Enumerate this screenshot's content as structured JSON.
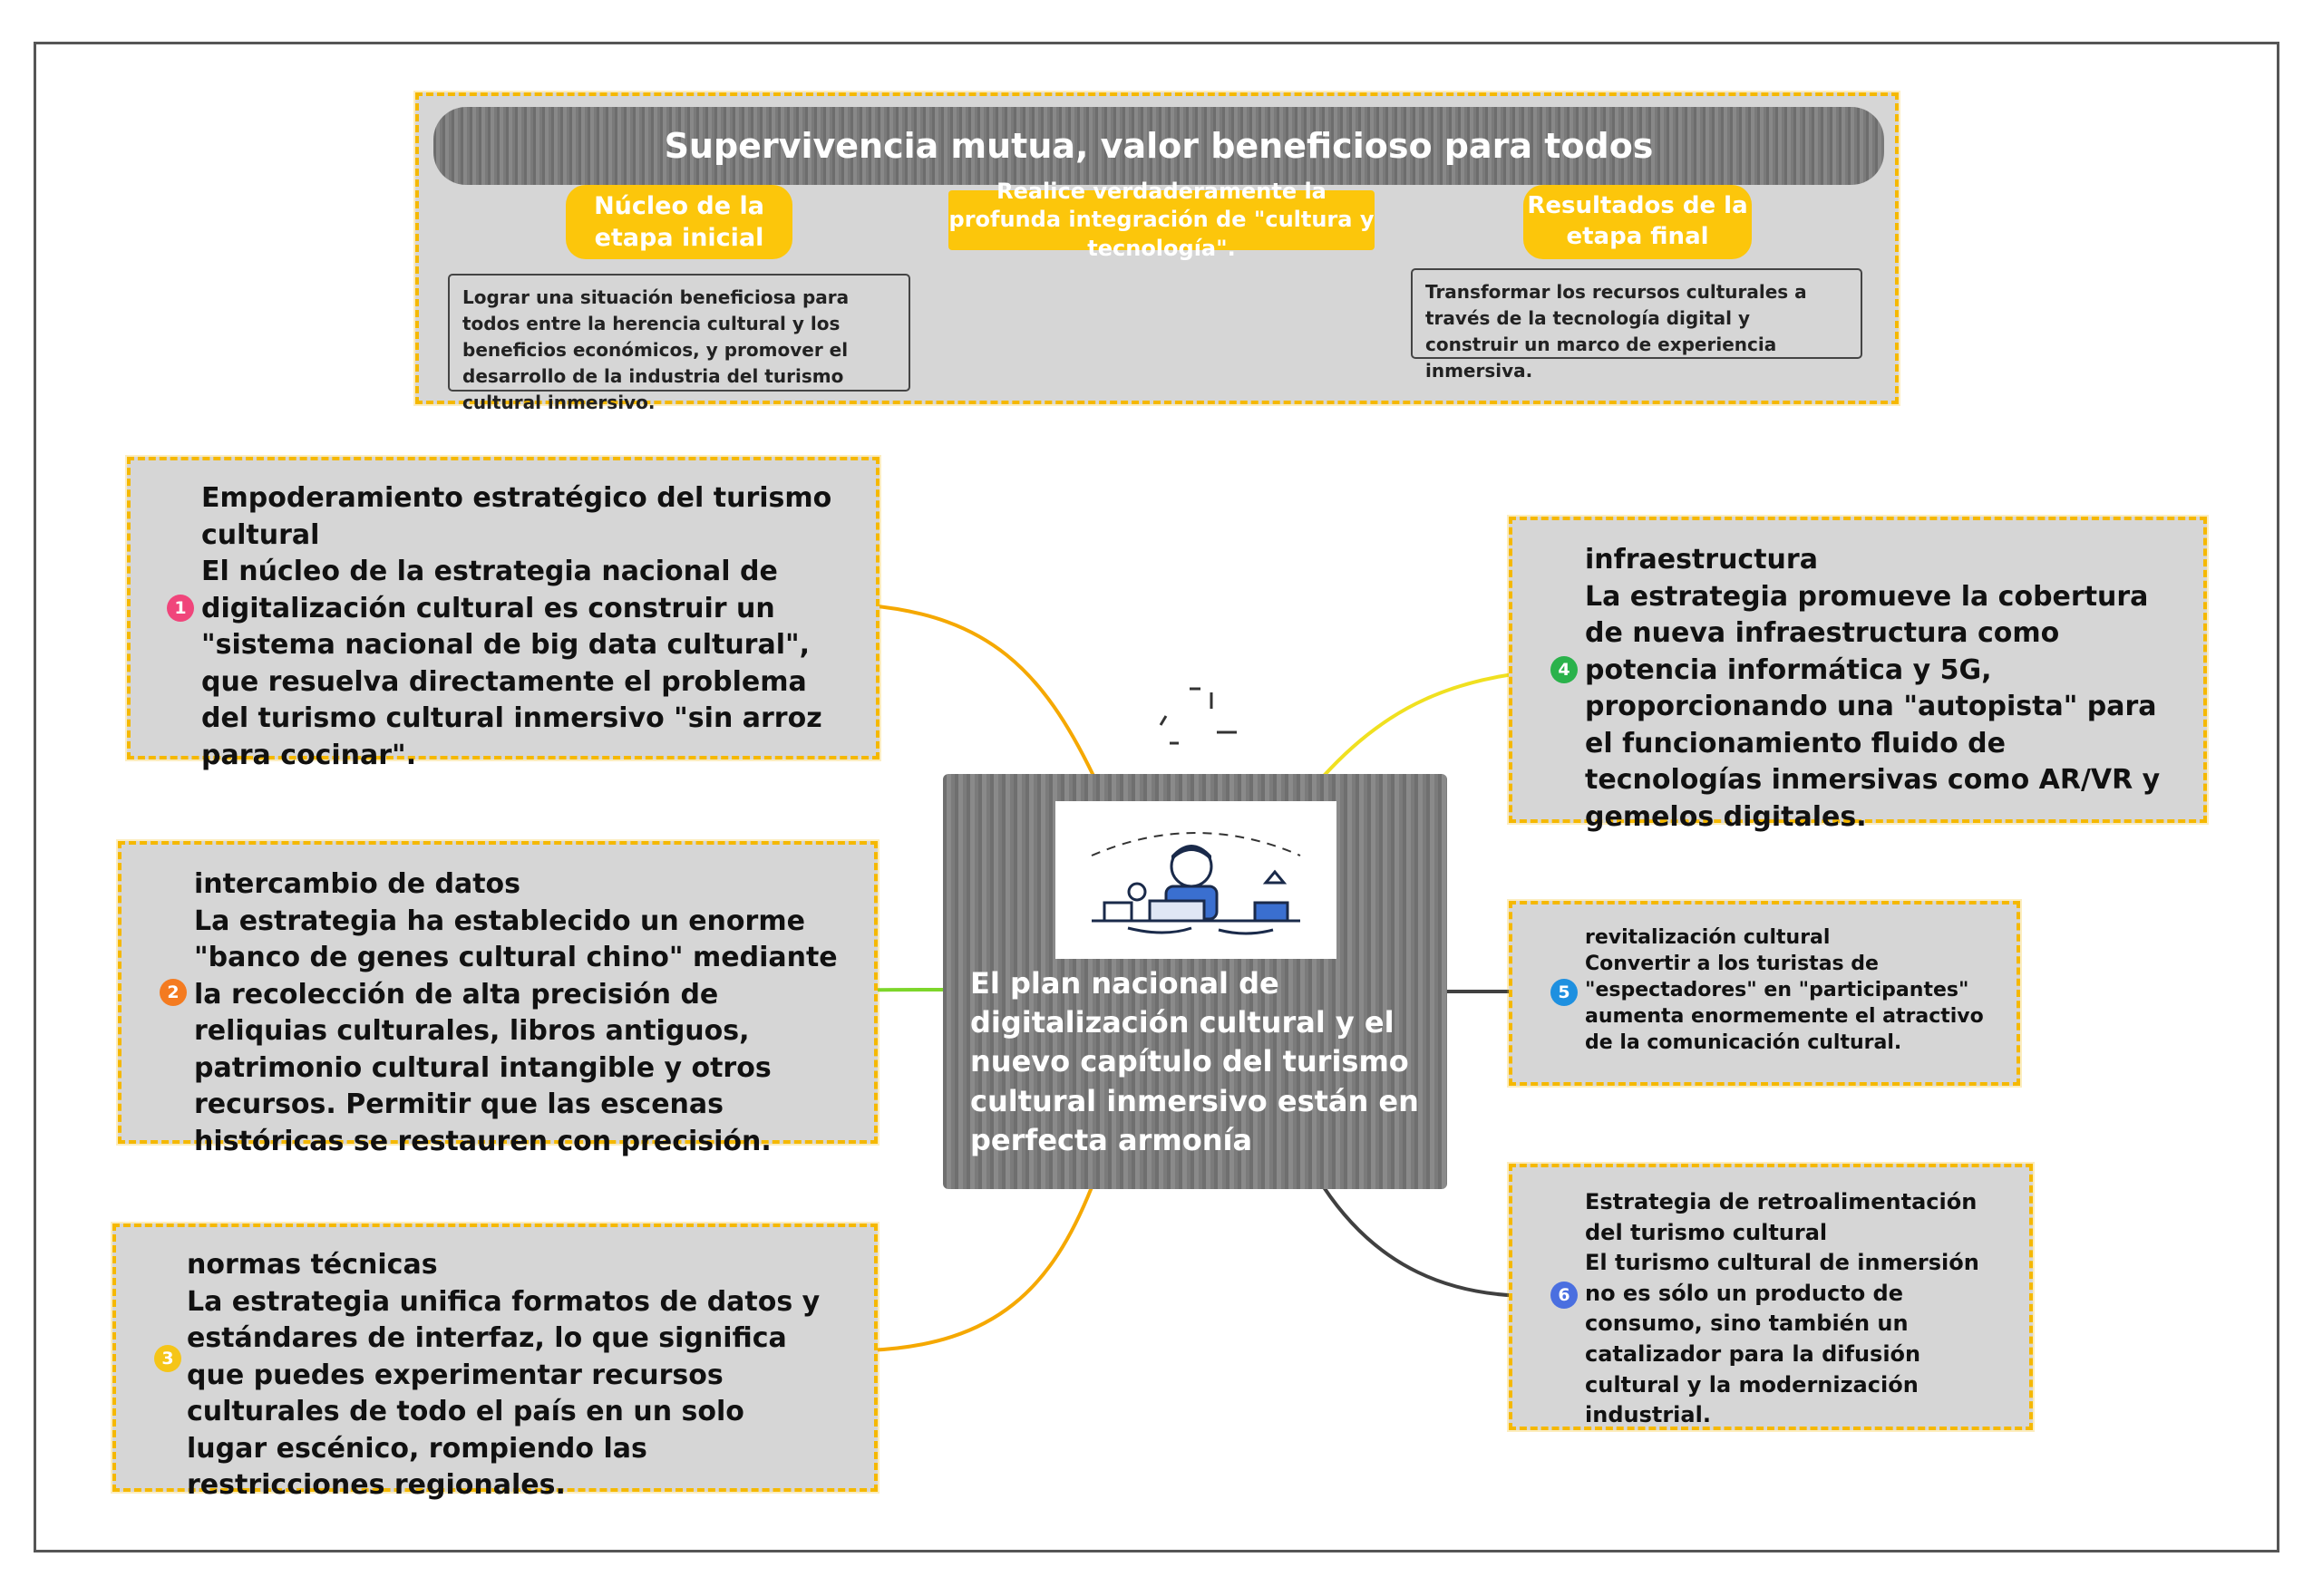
{
  "top": {
    "banner": "Supervivencia mutua, valor beneficioso para todos",
    "left_tag": "Núcleo de la etapa inicial",
    "middle_tag": "Realice verdaderamente la profunda integración de \"cultura y tecnología\".",
    "right_tag": "Resultados de la etapa final",
    "left_desc": "Lograr una situación beneficiosa para todos entre la herencia cultural y los beneficios económicos, y promover el desarrollo de la industria del turismo cultural inmersivo.",
    "right_desc": "Transformar los recursos culturales a través de la tecnología digital y construir un marco de experiencia inmersiva."
  },
  "center": {
    "title": "El plan nacional de digitalización cultural y el nuevo capítulo del turismo cultural inmersivo están en perfecta armonía"
  },
  "nodes": [
    {
      "num": "1",
      "color": "#f0457b",
      "title": "Empoderamiento estratégico del turismo cultural",
      "body": "El núcleo de la estrategia nacional de digitalización cultural es construir un \"sistema nacional de big data cultural\", que resuelva directamente el problema del turismo cultural inmersivo \"sin arroz para cocinar\"."
    },
    {
      "num": "2",
      "color": "#f47b20",
      "title": "intercambio de datos",
      "body": "La estrategia ha establecido un enorme \"banco de genes cultural chino\" mediante la recolección de alta precisión de reliquias culturales, libros antiguos, patrimonio cultural intangible y otros recursos. Permitir que las escenas históricas se restauren con precisión."
    },
    {
      "num": "3",
      "color": "#f5c518",
      "title": "normas técnicas",
      "body": "La estrategia unifica formatos de datos y estándares de interfaz, lo que significa que puedes experimentar recursos culturales de todo el país en un solo lugar escénico, rompiendo las restricciones regionales."
    },
    {
      "num": "4",
      "color": "#2ab24b",
      "title": "infraestructura",
      "body": "La estrategia promueve la cobertura de nueva infraestructura como potencia informática y 5G, proporcionando una \"autopista\" para el funcionamiento fluido de tecnologías inmersivas como AR/VR y gemelos digitales."
    },
    {
      "num": "5",
      "color": "#1e90e0",
      "title": "revitalización cultural",
      "body": "Convertir a los turistas de \"espectadores\" en \"participantes\" aumenta enormemente el atractivo de la comunicación cultural."
    },
    {
      "num": "6",
      "color": "#4a6fe0",
      "title": "Estrategia de retroalimentación del turismo cultural",
      "body": "El turismo cultural de inmersión no es sólo un producto de consumo, sino también un catalizador para la difusión cultural y la modernización industrial."
    }
  ],
  "colors": {
    "panel": "#d6d6d6",
    "dash": "#f5b800",
    "tag": "#fcc60b",
    "link_left": "#f5a800",
    "link_right_top": "#f0e020",
    "link_right_dark": "#404040"
  }
}
